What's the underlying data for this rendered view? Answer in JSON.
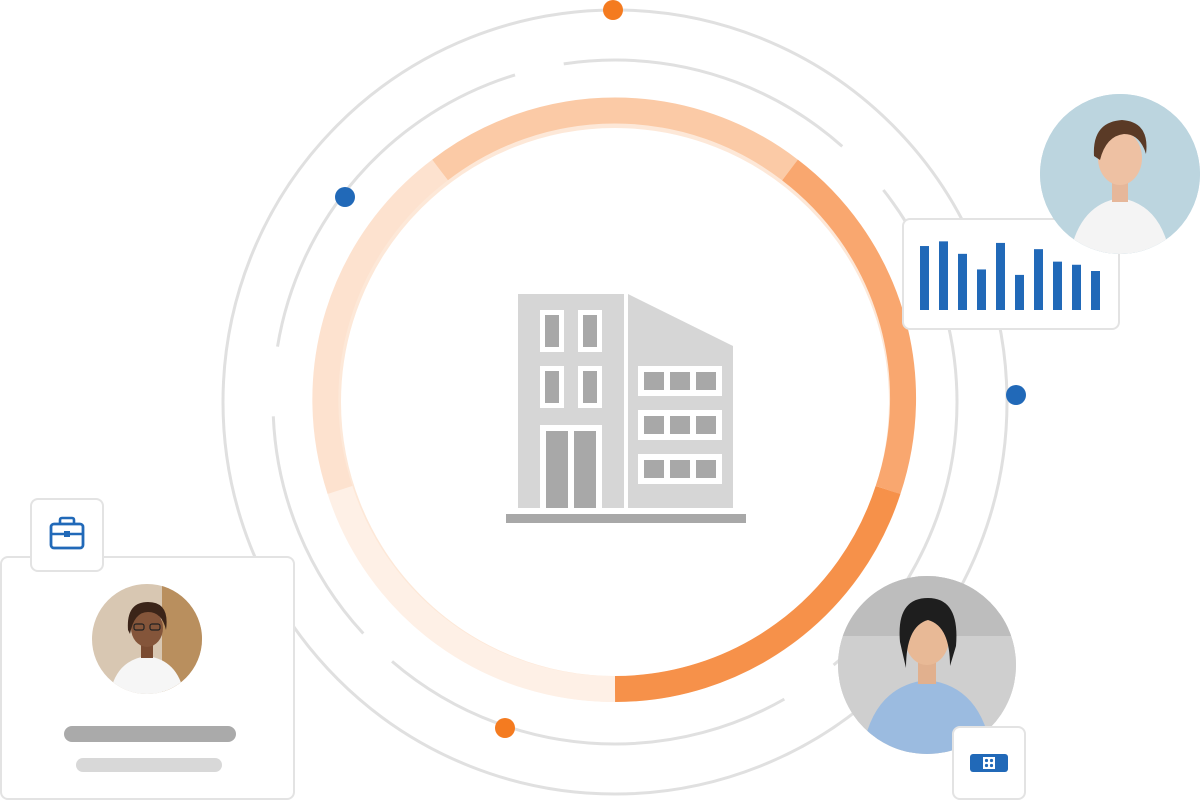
{
  "colors": {
    "ring_gray": "#e0e0e0",
    "orange_light": "#fde5d3",
    "orange_mid": "#fbc7a2",
    "orange_strong": "#f9a269",
    "orange_accent": "#f58a3d",
    "dot_orange": "#f47b20",
    "dot_blue": "#2169b8",
    "bar_blue": "#2169b8",
    "building_gray": "#d6d6d6",
    "building_dark": "#a8a8a8",
    "placeholder_dark": "#aaaaaa",
    "placeholder_light": "#d8d8d8"
  },
  "icons": {
    "center": "building-icon",
    "card_badge": "briefcase-icon",
    "chip_badge": "id-card-icon"
  },
  "mini_chart": {
    "type": "bar",
    "values": [
      0.82,
      0.88,
      0.72,
      0.52,
      0.86,
      0.45,
      0.78,
      0.62,
      0.58,
      0.5
    ]
  }
}
